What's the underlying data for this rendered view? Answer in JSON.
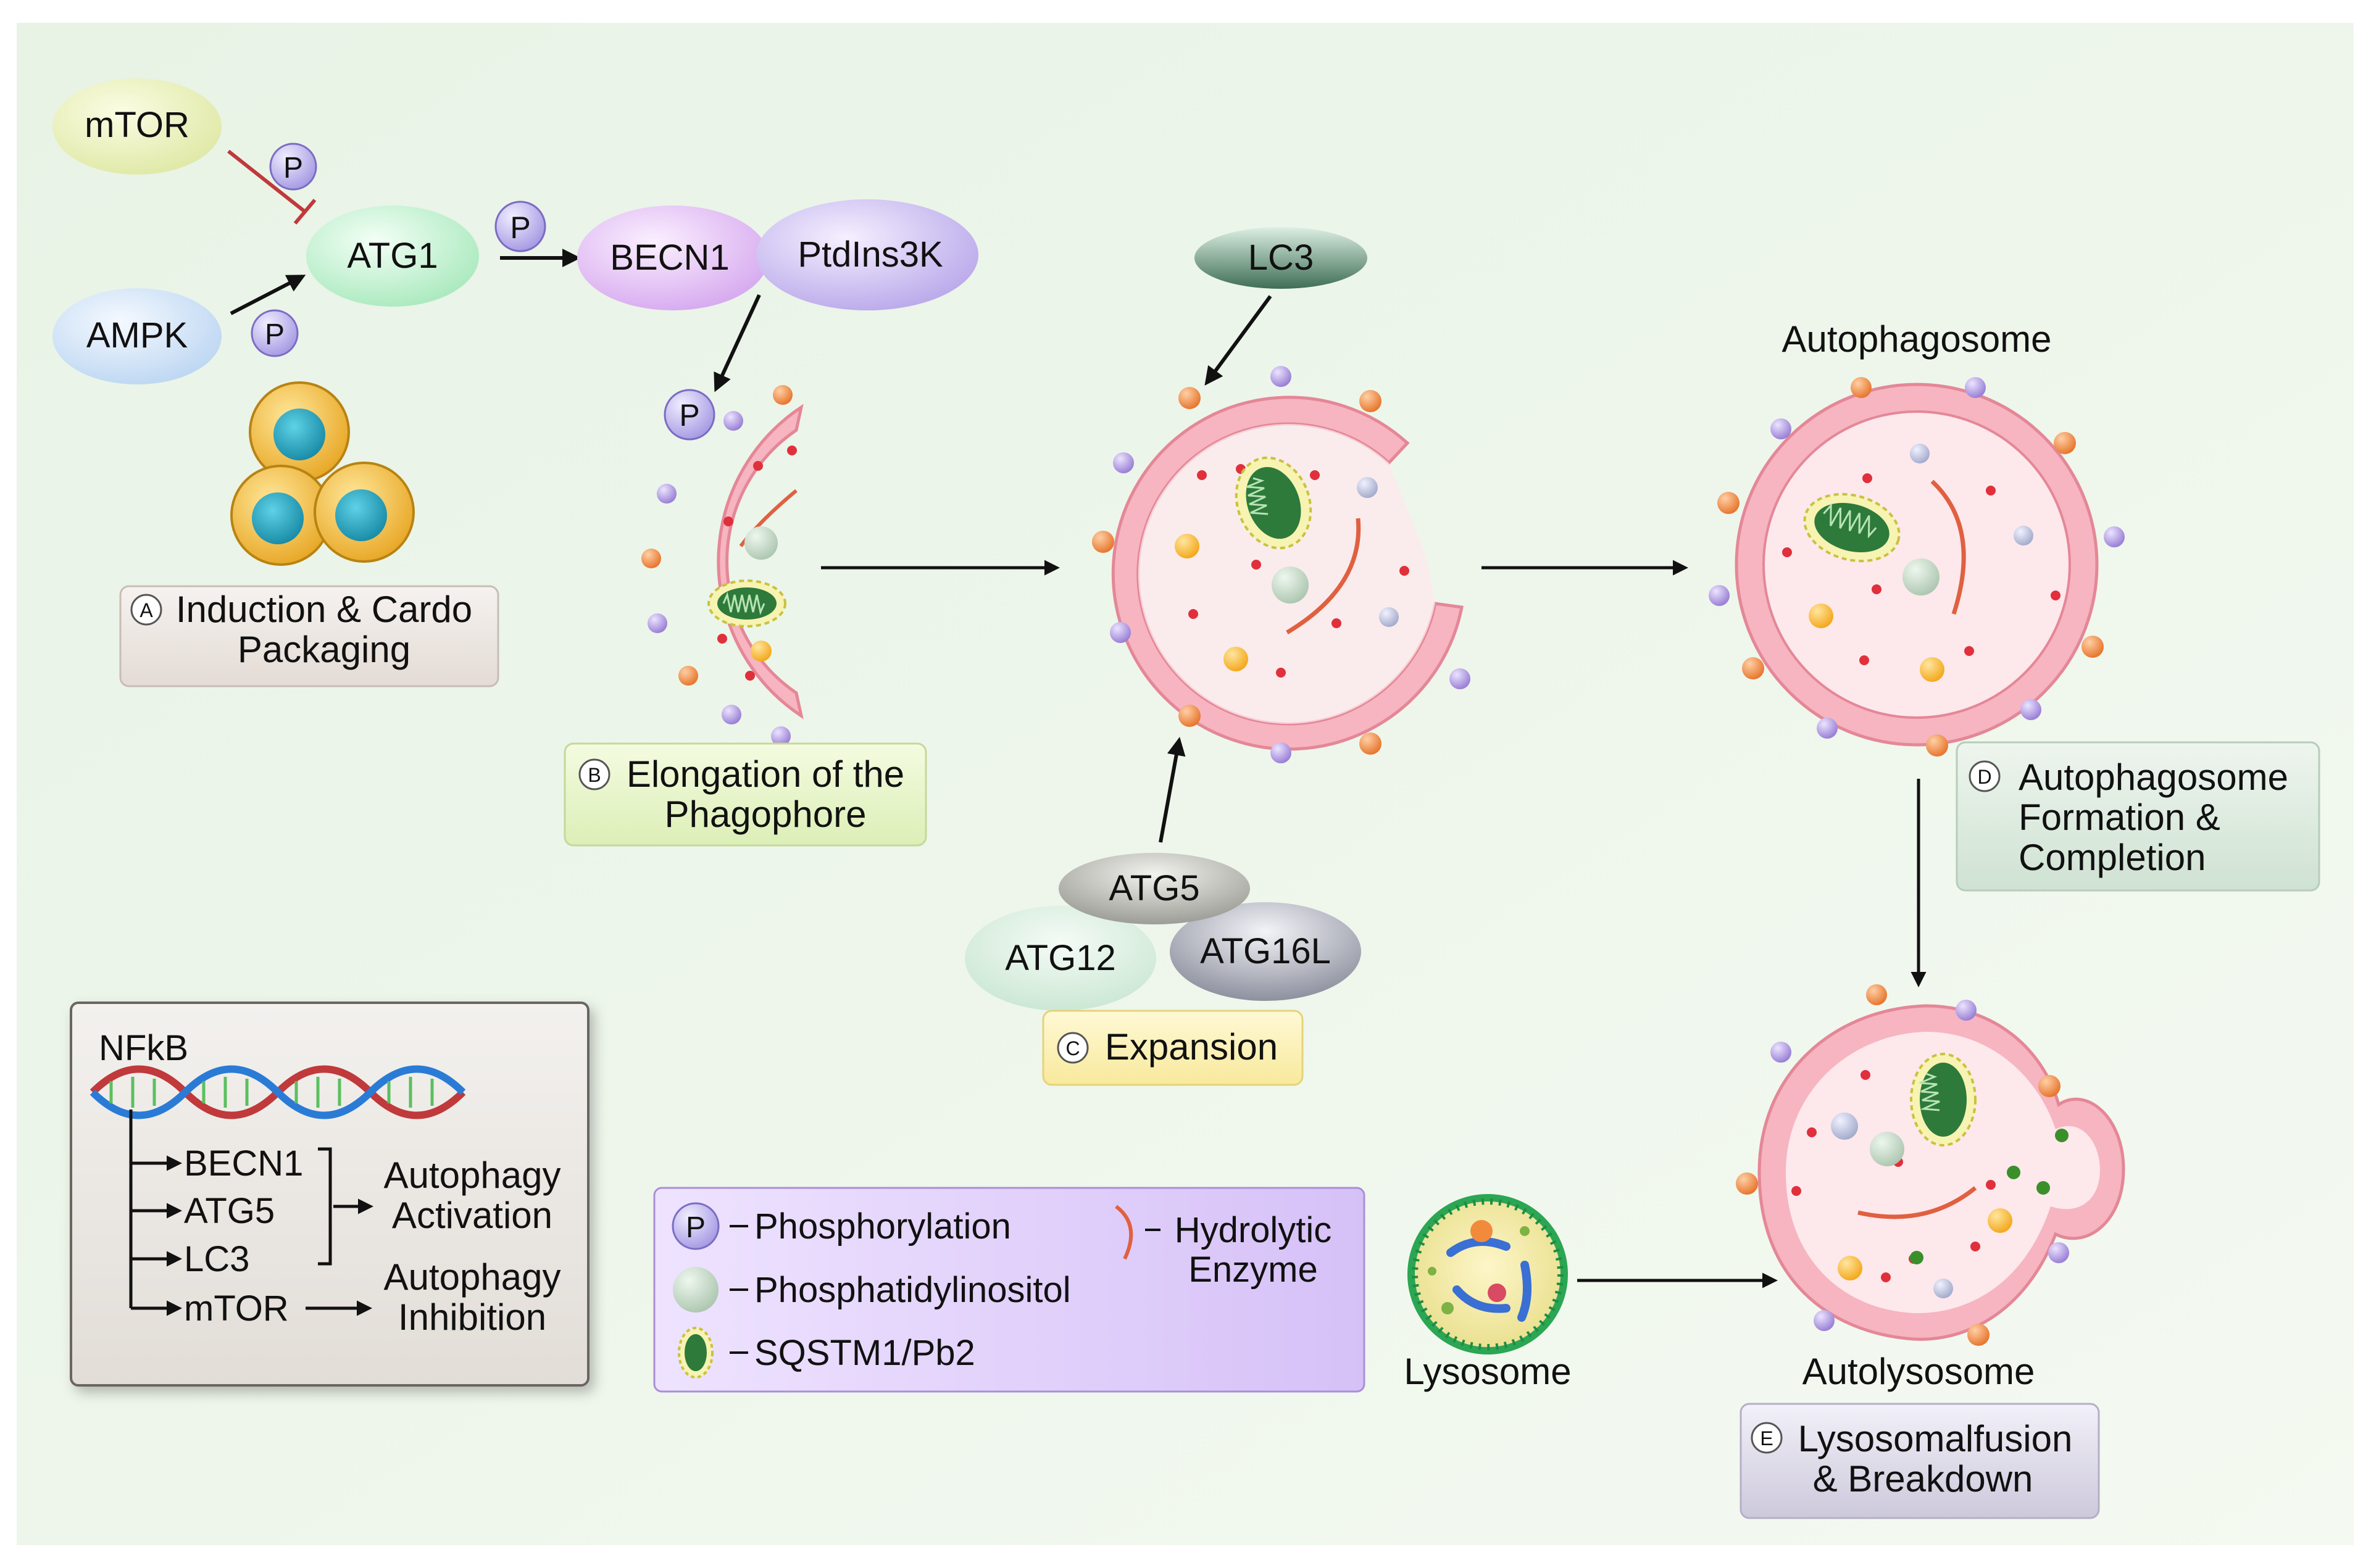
{
  "nodes": {
    "mtor": "mTOR",
    "ampk": "AMPK",
    "atg1": "ATG1",
    "becn1": "BECN1",
    "ptdins3k": "PtdIns3K",
    "lc3": "LC3",
    "atg5": "ATG5",
    "atg12": "ATG12",
    "atg16l": "ATG16L",
    "p": "P"
  },
  "stages": {
    "a": {
      "letter": "A",
      "line1": "Induction & Cardo",
      "line2": "Packaging"
    },
    "b": {
      "letter": "B",
      "line1": "Elongation of the",
      "line2": "Phagophore"
    },
    "c": {
      "letter": "C",
      "line1": "Expansion"
    },
    "d": {
      "letter": "D",
      "line1": "Autophagosome",
      "line2": "Formation &",
      "line3": "Completion"
    },
    "e": {
      "letter": "E",
      "line1": "Lysosomalfusion",
      "line2": "& Breakdown"
    }
  },
  "labels": {
    "autophagosome": "Autophagosome",
    "autolysosome": "Autolysosome",
    "lysosome": "Lysosome"
  },
  "nfkb": {
    "title": "NFkB",
    "targets": [
      "BECN1",
      "ATG5",
      "LC3",
      "mTOR"
    ],
    "activation_line1": "Autophagy",
    "activation_line2": "Activation",
    "inhibition_line1": "Autophagy",
    "inhibition_line2": "Inhibition"
  },
  "legend": {
    "phosphorylation": "Phosphorylation",
    "phosphatidylinositol": "Phosphatidylinositol",
    "sqstm1": "SQSTM1/Pb2",
    "hydrolytic_line1": "Hydrolytic",
    "hydrolytic_line2": "Enzyme"
  },
  "colors": {
    "membrane": "#f3a9b4",
    "lumen": "#fde8ec",
    "orange_dot": "#f28a3c",
    "purple_dot": "#a48bd6",
    "mito": "#2d7a3a",
    "enzyme": "#e06040",
    "background": "#eef7ee"
  }
}
